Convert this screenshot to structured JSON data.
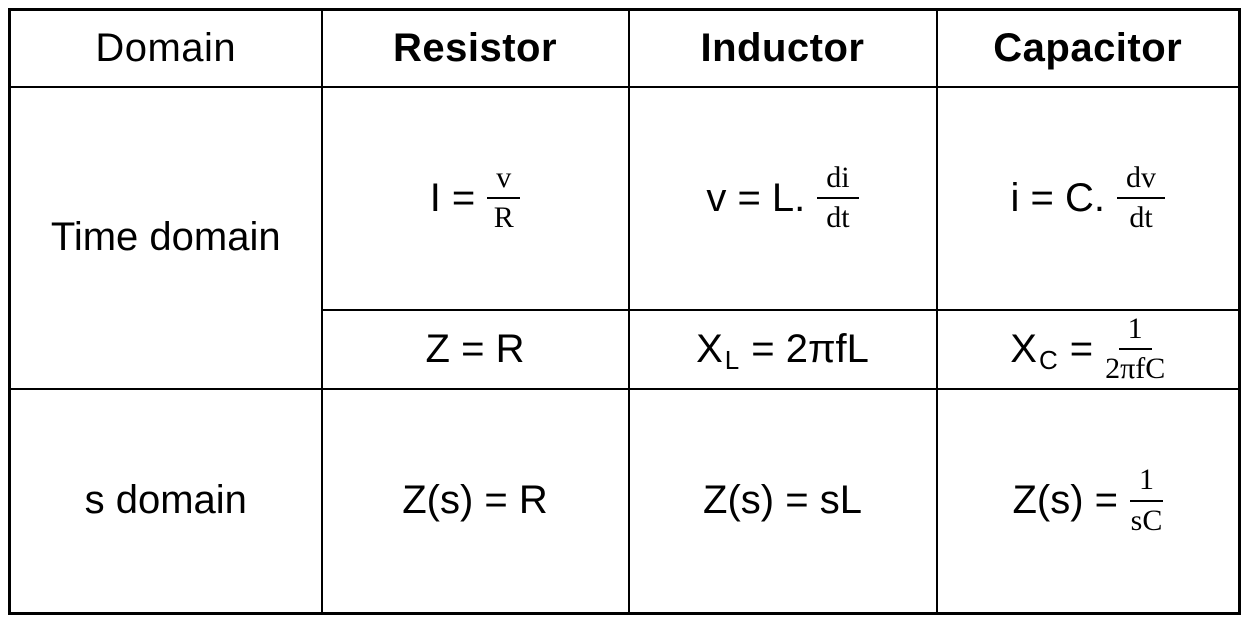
{
  "table": {
    "headers": [
      "Domain",
      "Resistor",
      "Inductor",
      "Capacitor"
    ],
    "row_labels": {
      "time_domain": "Time domain",
      "s_domain": "s domain"
    },
    "formulas": {
      "resistor_time": {
        "lhs": "I =",
        "frac_num": "v",
        "frac_den": "R"
      },
      "inductor_time": {
        "lhs": "v = L.",
        "frac_num": "di",
        "frac_den": "dt"
      },
      "capacitor_time": {
        "lhs": "i = C.",
        "frac_num": "dv",
        "frac_den": "dt"
      },
      "resistor_reactance": {
        "text": "Z = R"
      },
      "inductor_reactance": {
        "base": "X",
        "subscript": "L",
        "rhs": "= 2πfL"
      },
      "capacitor_reactance": {
        "base": "X",
        "subscript": "C",
        "eq": "=",
        "frac_num": "1",
        "frac_den": "2πfC"
      },
      "resistor_s": {
        "text": "Z(s) = R"
      },
      "inductor_s": {
        "text": "Z(s) = sL"
      },
      "capacitor_s": {
        "lhs": "Z(s) =",
        "frac_num": "1",
        "frac_den": "sC"
      }
    },
    "colors": {
      "border": "#000000",
      "text": "#000000",
      "background": "#ffffff"
    }
  }
}
